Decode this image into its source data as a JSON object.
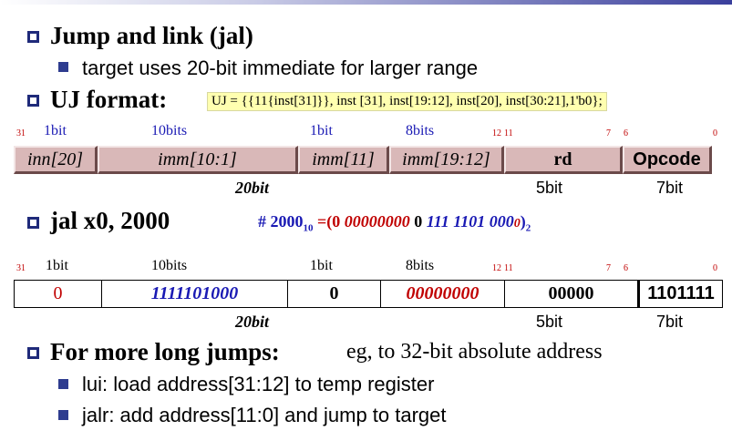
{
  "heading1": "Jump and link (jal)",
  "sub1": "target uses 20-bit immediate for larger range",
  "heading2": "UJ format:",
  "uj_formula": "UJ = {{11{inst[31]}}, inst [31], inst[19:12], inst[20], inst[30:21],1'b0};",
  "row1": {
    "bitpos": [
      "31",
      "12",
      "11",
      "7",
      "6",
      "0"
    ],
    "widths": [
      "1bit",
      "10bits",
      "1bit",
      "8bits"
    ],
    "fields": [
      "inn[20]",
      "imm[10:1]",
      "imm[11]",
      "imm[19:12]",
      "rd",
      "Opcode"
    ],
    "bottom": [
      "20bit",
      "5bit",
      "7bit"
    ]
  },
  "heading3": "jal  x0, 2000",
  "note": {
    "hash": "# 2000",
    "sub10": "10",
    "eq": " =(",
    "p0": "0 ",
    "p1": "00000000",
    "p2": " 0 ",
    "p3": "111 1101 000",
    "p4": "0",
    "close": ")",
    "sub2": "2"
  },
  "row2": {
    "bitpos": [
      "31",
      "12",
      "11",
      "7",
      "6",
      "0"
    ],
    "widths": [
      "1bit",
      "10bits",
      "1bit",
      "8bits"
    ],
    "fields": [
      "0",
      "1111101000",
      "0",
      "00000000",
      "00000",
      "1101111"
    ],
    "bottom": [
      "20bit",
      "5bit",
      "7bit"
    ]
  },
  "heading4": "For more long jumps:",
  "heading4_tail": "eg, to 32-bit absolute address",
  "sub4a": "lui: load address[31:12] to temp register",
  "sub4b": "jalr: add address[11:0] and jump to target"
}
